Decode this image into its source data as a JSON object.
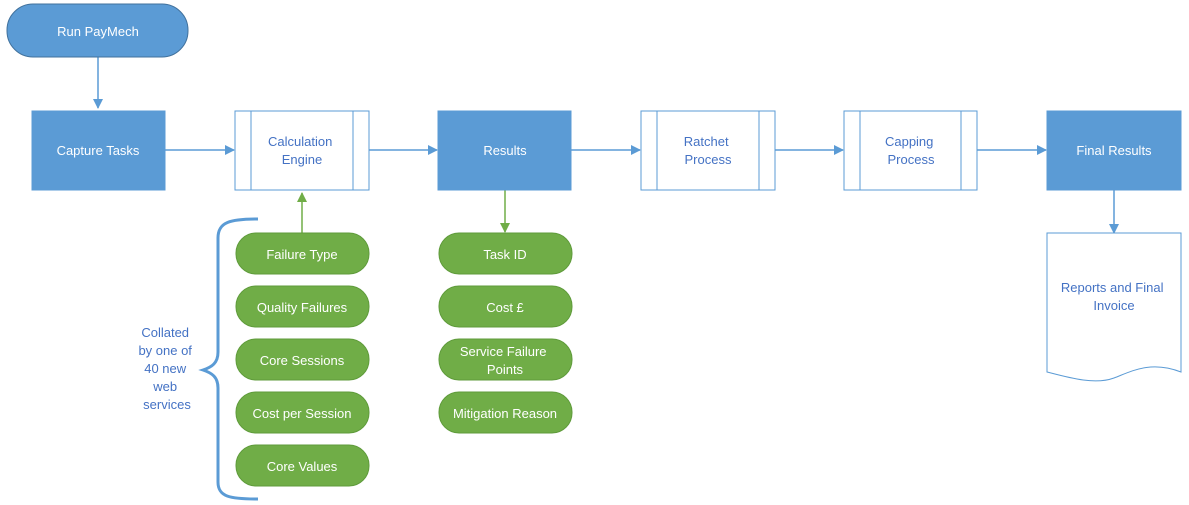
{
  "start": {
    "label": "Run PayMech"
  },
  "steps": [
    {
      "id": "capture",
      "lines": [
        "Capture Tasks"
      ]
    },
    {
      "id": "calc",
      "lines": [
        "Calculation",
        "Engine"
      ]
    },
    {
      "id": "results",
      "lines": [
        "Results"
      ]
    },
    {
      "id": "ratchet",
      "lines": [
        "Ratchet",
        "Process"
      ]
    },
    {
      "id": "capping",
      "lines": [
        "Capping",
        "Process"
      ]
    },
    {
      "id": "final",
      "lines": [
        "Final Results"
      ]
    }
  ],
  "inputs": [
    {
      "lines": [
        "Failure Type"
      ]
    },
    {
      "lines": [
        "Quality Failures"
      ]
    },
    {
      "lines": [
        "Core Sessions"
      ]
    },
    {
      "lines": [
        "Cost per Session"
      ]
    },
    {
      "lines": [
        "Core Values"
      ]
    }
  ],
  "outputs": [
    {
      "lines": [
        "Task ID"
      ]
    },
    {
      "lines": [
        "Cost £"
      ]
    },
    {
      "lines": [
        "Service Failure",
        "Points"
      ]
    },
    {
      "lines": [
        "Mitigation Reason"
      ]
    }
  ],
  "brace_note": {
    "lines": [
      "Collated",
      "by one of",
      "40 new",
      "web",
      "services"
    ]
  },
  "document": {
    "lines": [
      "Reports and Final",
      "Invoice"
    ]
  },
  "colors": {
    "blue_fill": "#5b9bd5",
    "blue_dark": "#41719c",
    "blue_line": "#5b9bd5",
    "green_fill": "#70ad47",
    "green_stroke": "#5f9b3b",
    "green_line": "#70ad47",
    "white_text": "#ffffff",
    "blue_text": "#4472c4"
  }
}
